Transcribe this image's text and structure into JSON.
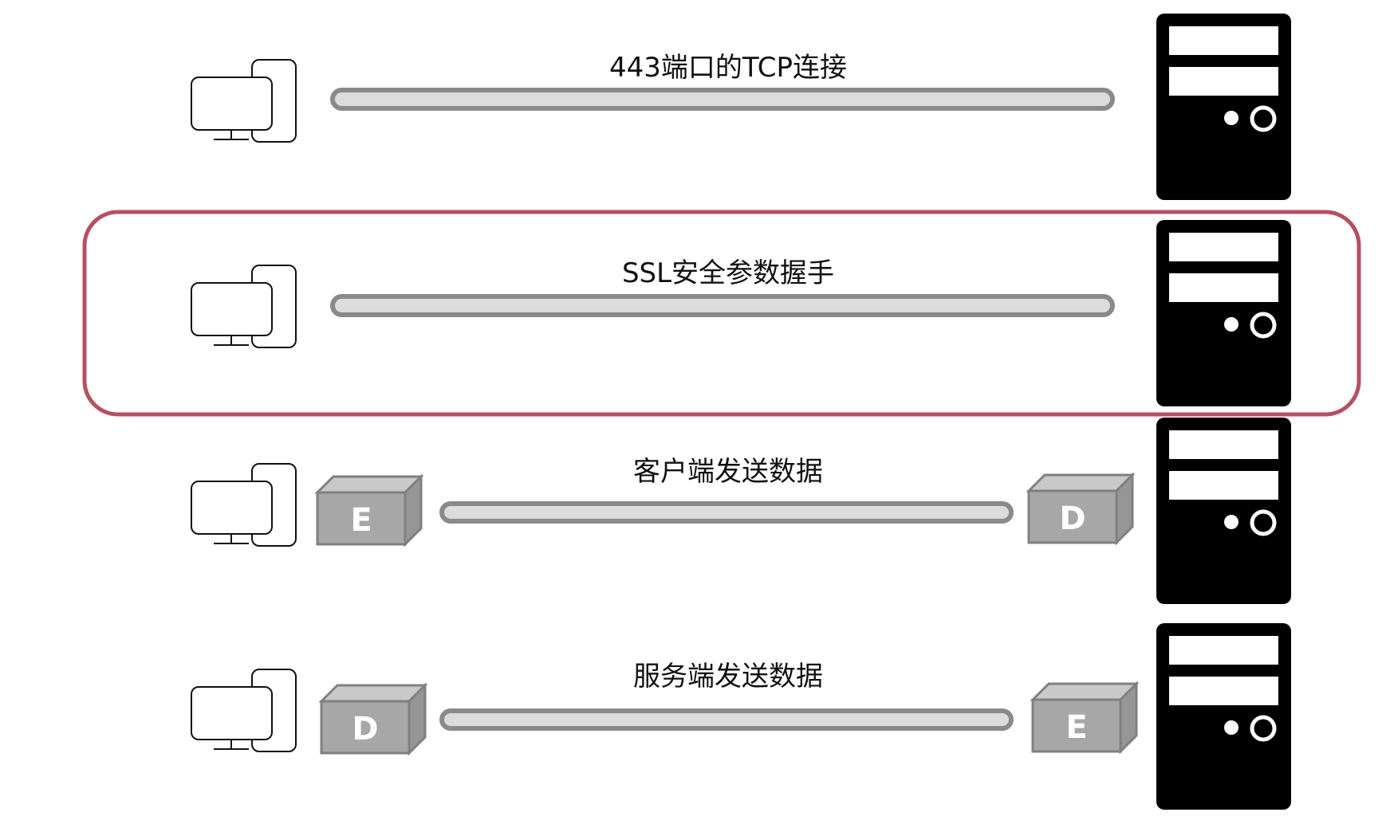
{
  "rows": [
    {
      "id": "tcp",
      "label": "443端口的TCP连接",
      "highlighted": false,
      "client_box": null,
      "server_box": null
    },
    {
      "id": "ssl",
      "label": "SSL安全参数握手",
      "highlighted": true,
      "client_box": null,
      "server_box": null
    },
    {
      "id": "client-send",
      "label": "客户端发送数据",
      "highlighted": false,
      "client_box": "E",
      "server_box": "D"
    },
    {
      "id": "server-send",
      "label": "服务端发送数据",
      "highlighted": false,
      "client_box": "D",
      "server_box": "E"
    }
  ],
  "icons": {
    "client": "computer-icon",
    "server": "server-tower-icon",
    "box": "cube-box-icon"
  },
  "colors": {
    "highlight_border": "#b5505f",
    "pipe_fill": "#dcdcdc",
    "pipe_stroke": "#8a8a8a",
    "box_front": "#a7a7a7",
    "box_top": "#c9c9c9",
    "box_side": "#969696",
    "box_stroke": "#808080",
    "server": "#000000"
  }
}
